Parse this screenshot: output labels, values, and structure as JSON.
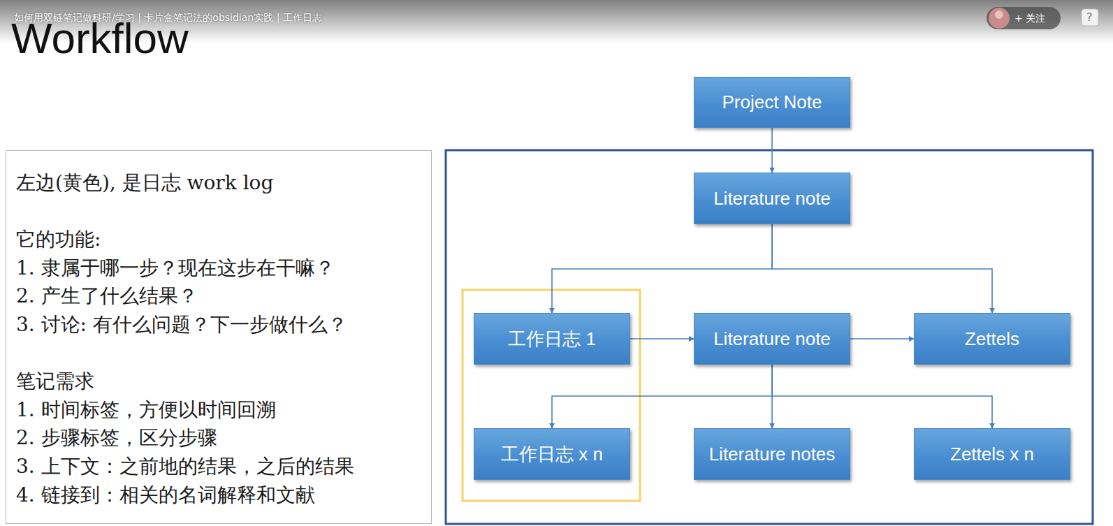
{
  "diagram": {
    "title": "Workflow",
    "nodes": [
      {
        "text": [
          "Project Note"
        ]
      },
      {
        "text": [
          "左边(黄色), 是日志 work log",
          "它的功能:",
          "1. 隶属于哪一步？现在这步在干嘛？",
          "2. 产生了什么结果？",
          "3. 讨论: 有什么问题？下一步做什么？",
          "笔记需求",
          "1. 时间标签，方便以时间回溯",
          "2. 步骤标签，区分步骤",
          "3. 上下文：之前地的结果，之后的结果",
          "4. 链接到：相关的名词解释和文献"
        ]
      },
      {
        "text": [
          "Literature note"
        ]
      },
      {
        "text": [
          "工作日志 1"
        ]
      },
      {
        "text": [
          "Literature note"
        ]
      },
      {
        "text": [
          "Zettels"
        ]
      },
      {
        "text": [
          "工作日志 x n"
        ]
      },
      {
        "text": [
          "Literature notes"
        ]
      },
      {
        "text": [
          "Zettels x n"
        ]
      }
    ],
    "edges": [
      {
        "from": 0,
        "to": 2,
        "arrow": "to"
      },
      {
        "from": 2,
        "to": 3,
        "arrow": "to"
      },
      {
        "from": 2,
        "to": 5,
        "arrow": "to"
      },
      {
        "from": 3,
        "to": 4,
        "arrow": "to"
      },
      {
        "from": 4,
        "to": 5,
        "arrow": "to"
      },
      {
        "from": 4,
        "to": 6,
        "arrow": "to"
      },
      {
        "from": 4,
        "to": 7,
        "arrow": "to"
      },
      {
        "from": 4,
        "to": 8,
        "arrow": "to"
      }
    ],
    "labels": [
      "如何用双链笔记做科研/学习 | 卡片盒笔记法的obsidian实践 | 工作日志",
      "+ 关注",
      "?"
    ]
  }
}
